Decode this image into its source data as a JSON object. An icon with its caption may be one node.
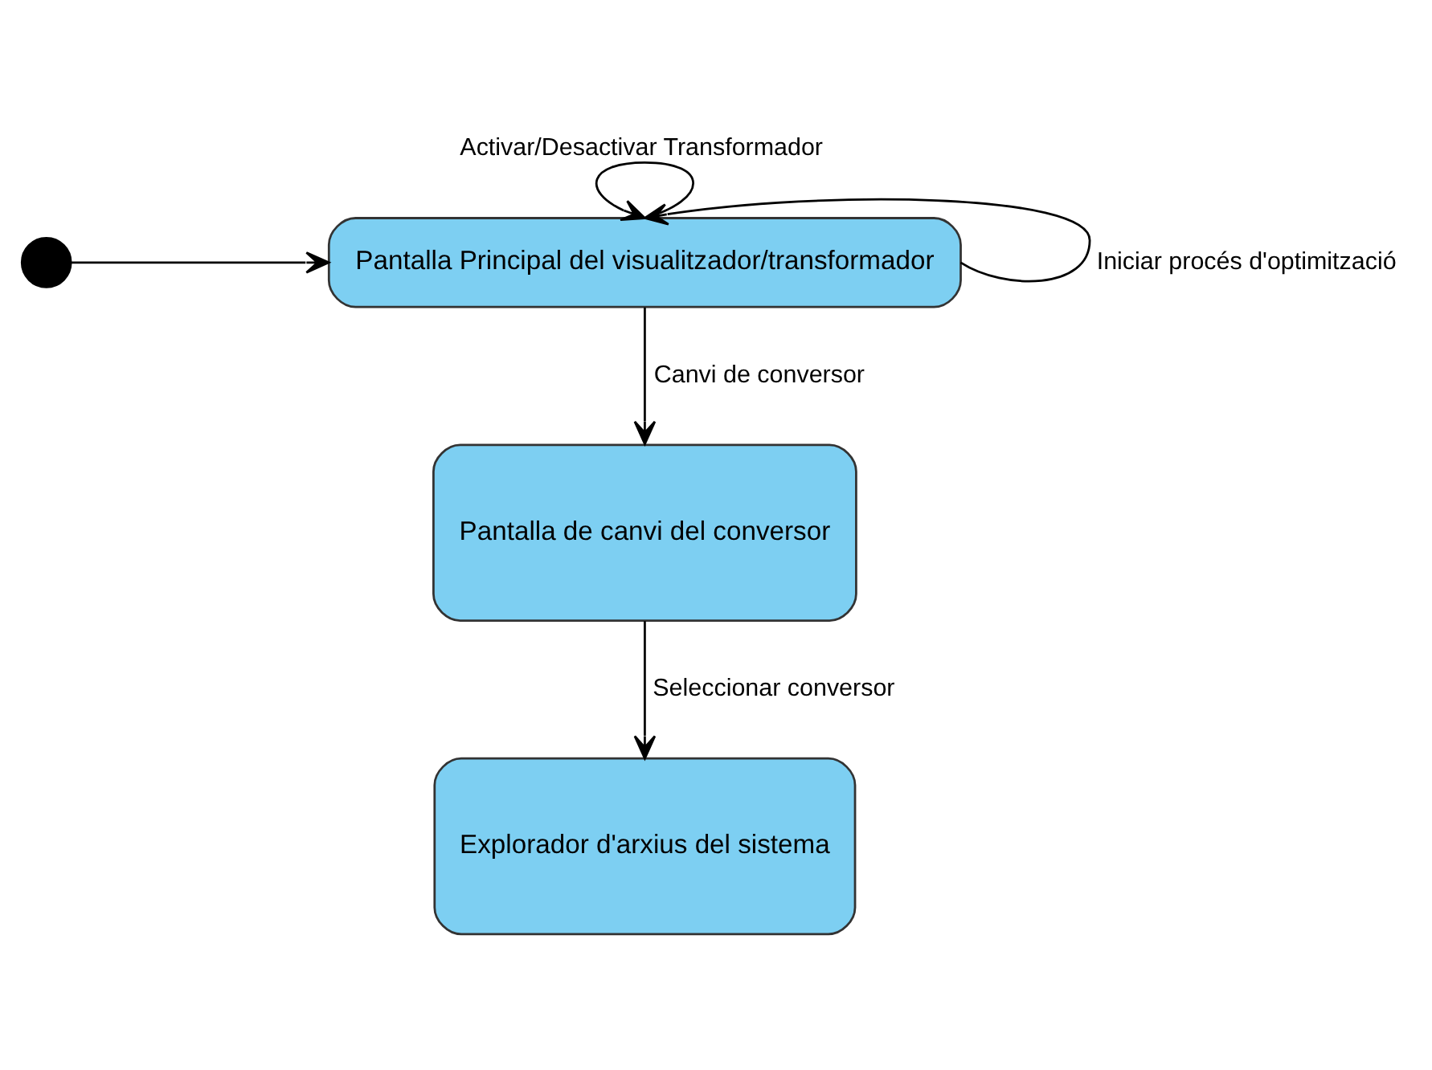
{
  "diagram": {
    "nodes": [
      {
        "text": [],
        "shape": "circle"
      },
      {
        "text": [
          "Pantalla Principal del visualitzador/transformador"
        ]
      },
      {
        "text": [
          "Pantalla de canvi del conversor"
        ]
      },
      {
        "text": [
          "Explorador d'arxius del sistema"
        ]
      }
    ],
    "edges": [
      {
        "from": 0,
        "to": 1,
        "arrow": "to"
      },
      {
        "from": 1,
        "to": 1,
        "arrow": "to",
        "label": "Iniciar procés d'optimització"
      },
      {
        "from": 1,
        "to": 1,
        "arrow": "to",
        "label": "Activar/Desactivar Transformador"
      },
      {
        "from": 1,
        "to": 2,
        "arrow": "to",
        "label": "Canvi de conversor"
      },
      {
        "from": 2,
        "to": 3,
        "arrow": "to",
        "label": "Seleccionar conversor"
      }
    ]
  }
}
